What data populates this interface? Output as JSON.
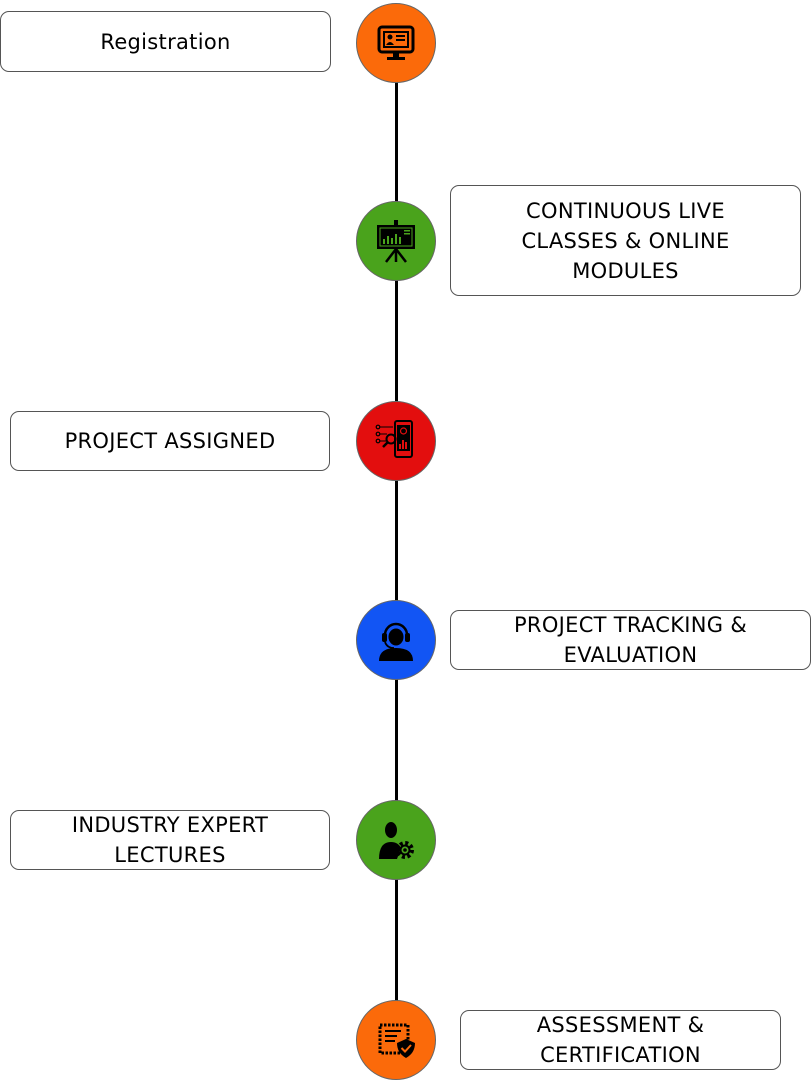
{
  "colors": {
    "orange": "#fb6a0a",
    "green": "#4aa31c",
    "red": "#e30e0e",
    "blue": "#1255f4",
    "line": "#000000"
  },
  "steps": [
    {
      "lines": [
        "Registration"
      ],
      "icon": "registration-monitor-icon",
      "color": "orange"
    },
    {
      "lines": [
        "CONTINUOUS LIVE",
        "CLASSES & ONLINE",
        "MODULES"
      ],
      "icon": "presentation-board-icon",
      "color": "green"
    },
    {
      "lines": [
        "PROJECT ASSIGNED"
      ],
      "icon": "mobile-analytics-icon",
      "color": "red"
    },
    {
      "lines": [
        "PROJECT TRACKING &",
        "EVALUATION"
      ],
      "icon": "headset-support-icon",
      "color": "blue"
    },
    {
      "lines": [
        "INDUSTRY EXPERT",
        "LECTURES"
      ],
      "icon": "expert-gear-icon",
      "color": "green"
    },
    {
      "lines": [
        "ASSESSMENT &",
        "CERTIFICATION"
      ],
      "icon": "certificate-shield-icon",
      "color": "orange"
    }
  ]
}
